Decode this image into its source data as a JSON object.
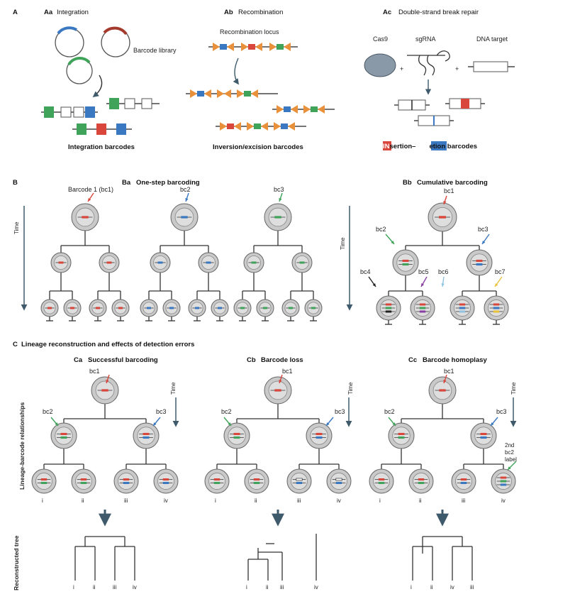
{
  "panels": {
    "A": {
      "letter": "A",
      "aa": {
        "letter": "Aa",
        "title": "Integration",
        "library_label": "Barcode library",
        "caption": "Integration barcodes"
      },
      "ab": {
        "letter": "Ab",
        "title": "Recombination",
        "locus_label": "Recombination locus",
        "caption": "Inversion/excision barcodes"
      },
      "ac": {
        "letter": "Ac",
        "title": "Double-strand break repair",
        "cas9": "Cas9",
        "sgrna": "sgRNA",
        "dna_target": "DNA target",
        "plus": "+",
        "caption_ins_hl": "IN",
        "caption_ins_rest": "sertion–",
        "caption_del_hl": "DEL",
        "caption_del_rest": "etion barcodes"
      }
    },
    "B": {
      "letter": "B",
      "time": "Time",
      "ba": {
        "letter": "Ba",
        "title": "One-step barcoding",
        "bc1": "Barcode 1 (bc1)",
        "bc2": "bc2",
        "bc3": "bc3"
      },
      "bb": {
        "letter": "Bb",
        "title": "Cumulative barcoding",
        "bc1": "bc1",
        "bc2": "bc2",
        "bc3": "bc3",
        "bc4": "bc4",
        "bc5": "bc5",
        "bc6": "bc6",
        "bc7": "bc7"
      }
    },
    "C": {
      "letter": "C",
      "title": "Lineage reconstruction and effects of detection errors",
      "ylabel_top": "Lineage-barcode relationships",
      "ylabel_bottom": "Reconstructed tree",
      "time": "Time",
      "bc1": "bc1",
      "bc2": "bc2",
      "bc3": "bc3",
      "second_label": [
        "2nd",
        "bc2",
        "label"
      ],
      "leaves": [
        "i",
        "ii",
        "iii",
        "iv"
      ],
      "ca": {
        "letter": "Ca",
        "title": "Successful barcoding",
        "tree_leaves": [
          "i",
          "ii",
          "iii",
          "iv"
        ]
      },
      "cb": {
        "letter": "Cb",
        "title": "Barcode loss",
        "tree_leaves": [
          "i",
          "ii",
          "iii",
          "iv"
        ]
      },
      "cc": {
        "letter": "Cc",
        "title": "Barcode homoplasy",
        "tree_leaves": [
          "i",
          "ii",
          "iv",
          "iii"
        ]
      }
    }
  },
  "colors": {
    "red": "#d9463c",
    "green": "#3fa35a",
    "blue": "#3a78c2",
    "purple": "#8a3fa3",
    "lightblue": "#8fc3e0",
    "yellow": "#e8c23a",
    "black": "#222222",
    "cell_outer": "#c9c9c9",
    "cell_inner": "#dedede",
    "tree_line": "#333333",
    "arrow_dark": "#3e5a6b"
  }
}
